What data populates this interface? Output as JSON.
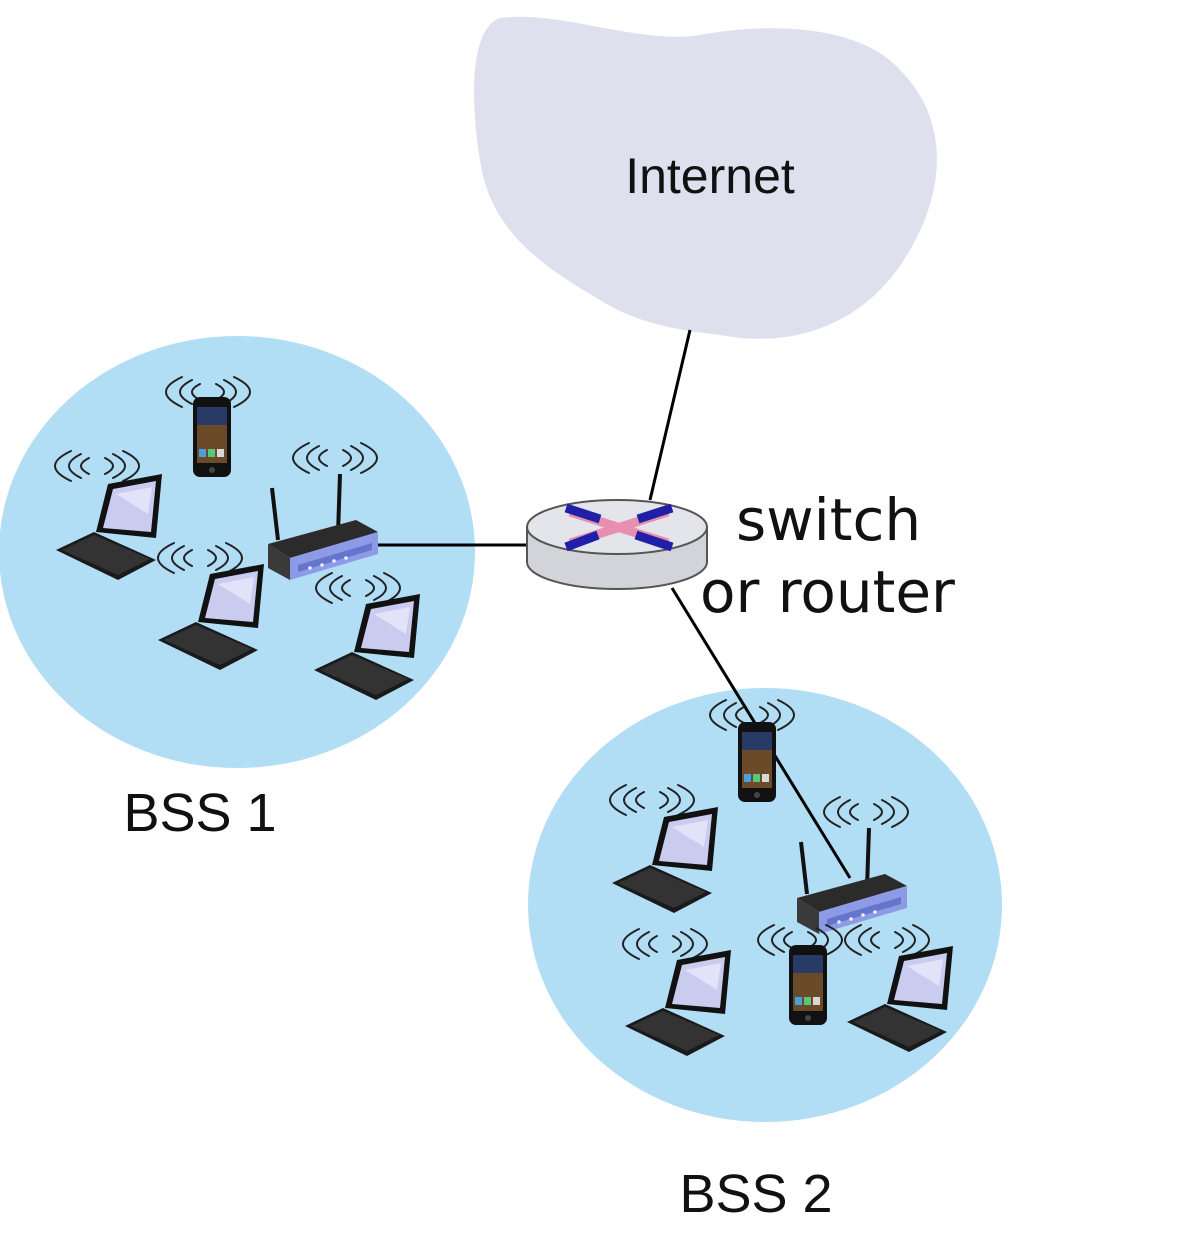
{
  "cloud": {
    "label": "Internet"
  },
  "switch": {
    "label_line1": "switch",
    "label_line2": "or router"
  },
  "bss": [
    {
      "label": "BSS 1"
    },
    {
      "label": "BSS 2"
    }
  ],
  "colors": {
    "cloud_fill": "#dfe0ee",
    "bss_fill": "#b2def5",
    "switch_body": "#dcdde2",
    "switch_x_blue": "#1f1fa8",
    "switch_x_pink": "#e88fb0",
    "ap_body": "#8d9be6",
    "laptop_body": "#222222",
    "laptop_screen": "#cfd0ee",
    "link": "#000000"
  },
  "icons": [
    "cloud-icon",
    "switch-router-icon",
    "access-point-icon",
    "laptop-icon",
    "smartphone-icon",
    "wifi-waves-icon"
  ]
}
